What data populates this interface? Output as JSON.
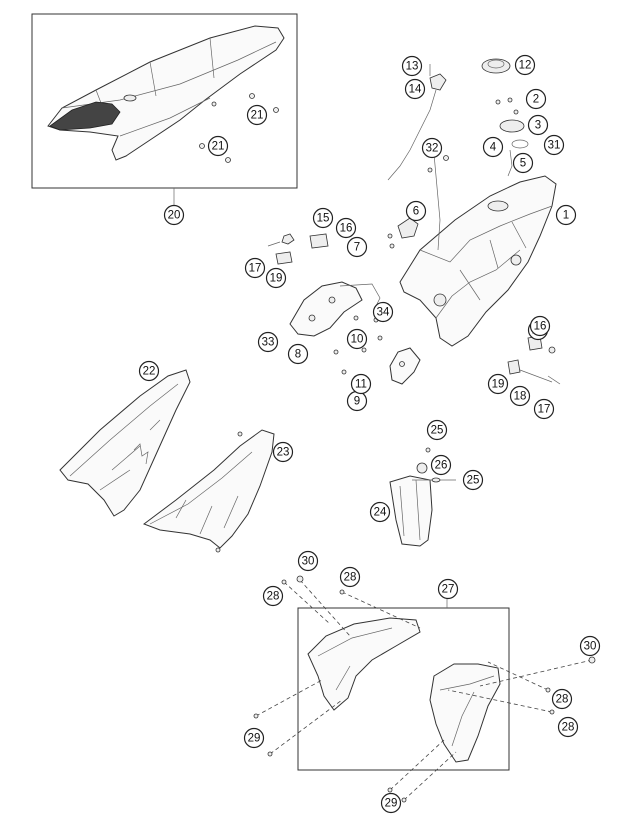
{
  "callouts": [
    "1",
    "2",
    "3",
    "4",
    "5",
    "6",
    "7",
    "8",
    "9",
    "10",
    "11",
    "12",
    "13",
    "14",
    "15",
    "15",
    "16",
    "16",
    "17",
    "17",
    "18",
    "19",
    "19",
    "20",
    "21",
    "21",
    "22",
    "23",
    "24",
    "25",
    "25",
    "26",
    "27",
    "28",
    "28",
    "28",
    "28",
    "29",
    "29",
    "30",
    "30",
    "31",
    "32",
    "33",
    "34"
  ]
}
